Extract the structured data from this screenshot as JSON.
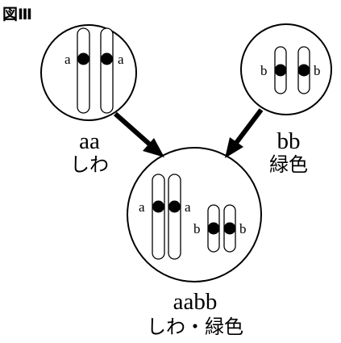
{
  "figure": {
    "title": "図Ⅲ"
  },
  "left_cell": {
    "allele_left": "a",
    "allele_right": "a",
    "genotype": "aa",
    "phenotype": "しわ"
  },
  "right_cell": {
    "allele_left": "b",
    "allele_right": "b",
    "genotype": "bb",
    "phenotype": "緑色"
  },
  "bottom_cell": {
    "pair_a_left": "a",
    "pair_a_right": "a",
    "pair_b_left": "b",
    "pair_b_right": "b",
    "genotype": "aabb",
    "phenotype": "しわ・緑色"
  }
}
